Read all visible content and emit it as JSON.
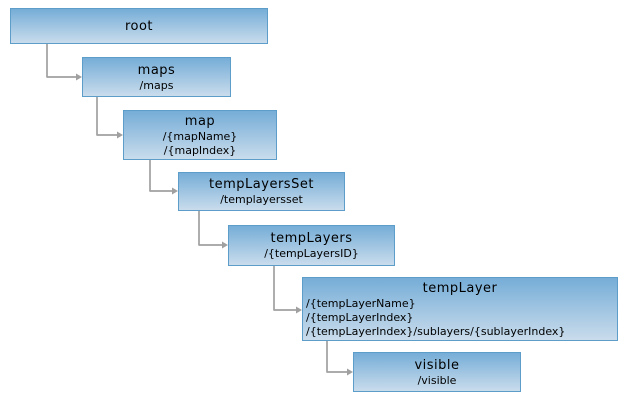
{
  "diagram": {
    "nodes": [
      {
        "id": "root",
        "title": "root",
        "paths": []
      },
      {
        "id": "maps",
        "title": "maps",
        "paths": [
          "/maps"
        ]
      },
      {
        "id": "map",
        "title": "map",
        "paths": [
          "/{mapName}",
          "/{mapIndex}"
        ]
      },
      {
        "id": "tempLayersSet",
        "title": "tempLayersSet",
        "paths": [
          "/templayersset"
        ]
      },
      {
        "id": "tempLayers",
        "title": "tempLayers",
        "paths": [
          "/{tempLayersID}"
        ]
      },
      {
        "id": "tempLayer",
        "title": "tempLayer",
        "paths": [
          "/{tempLayerName}",
          "/{tempLayerIndex}",
          "/{tempLayerIndex}/sublayers/{sublayerIndex}"
        ]
      },
      {
        "id": "visible",
        "title": "visible",
        "paths": [
          "/visible"
        ]
      }
    ],
    "edges": [
      {
        "from": "root",
        "to": "maps"
      },
      {
        "from": "maps",
        "to": "map"
      },
      {
        "from": "map",
        "to": "tempLayersSet"
      },
      {
        "from": "tempLayersSet",
        "to": "tempLayers"
      },
      {
        "from": "tempLayers",
        "to": "tempLayer"
      },
      {
        "from": "tempLayer",
        "to": "visible"
      }
    ],
    "colors": {
      "background": "#FFFFFF",
      "box_gradient_top": "#76ADD7",
      "box_gradient_bottom": "#C9DCEC",
      "box_border": "#5D9DC9",
      "connector": "#A0A0A0",
      "text": "#000000"
    }
  }
}
